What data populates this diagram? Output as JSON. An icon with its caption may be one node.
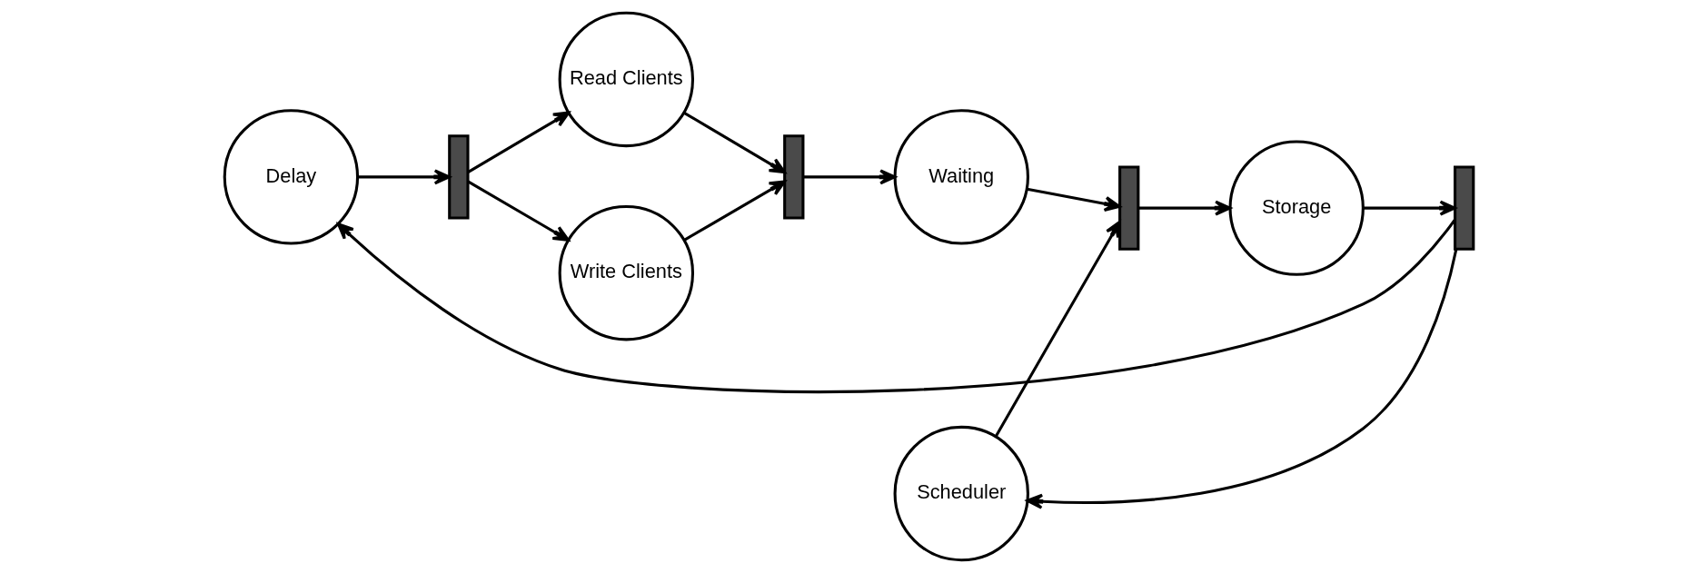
{
  "diagram": {
    "nodes": [
      {
        "text": [
          "Delay"
        ]
      },
      {
        "text": [],
        "shape": "bar"
      },
      {
        "text": [
          "Read Clients"
        ]
      },
      {
        "text": [
          "Write Clients"
        ]
      },
      {
        "text": [],
        "shape": "bar"
      },
      {
        "text": [
          "Waiting"
        ]
      },
      {
        "text": [
          "Scheduler"
        ]
      },
      {
        "text": [],
        "shape": "bar"
      },
      {
        "text": [
          "Storage"
        ]
      },
      {
        "text": [],
        "shape": "bar"
      }
    ],
    "edges": [
      {
        "from": 9,
        "to": 0,
        "arrow": "to"
      },
      {
        "from": 0,
        "to": 1,
        "arrow": "to"
      },
      {
        "from": 1,
        "to": 2,
        "arrow": "to"
      },
      {
        "from": 1,
        "to": 3,
        "arrow": "to"
      },
      {
        "from": 2,
        "to": 4,
        "arrow": "to"
      },
      {
        "from": 3,
        "to": 4,
        "arrow": "to"
      },
      {
        "from": 4,
        "to": 5,
        "arrow": "to"
      },
      {
        "from": 5,
        "to": 7,
        "arrow": "to"
      },
      {
        "from": 6,
        "to": 7,
        "arrow": "to"
      },
      {
        "from": 7,
        "to": 8,
        "arrow": "to"
      },
      {
        "from": 8,
        "to": 9,
        "arrow": "to"
      },
      {
        "from": 9,
        "to": 6,
        "arrow": "to"
      }
    ]
  }
}
